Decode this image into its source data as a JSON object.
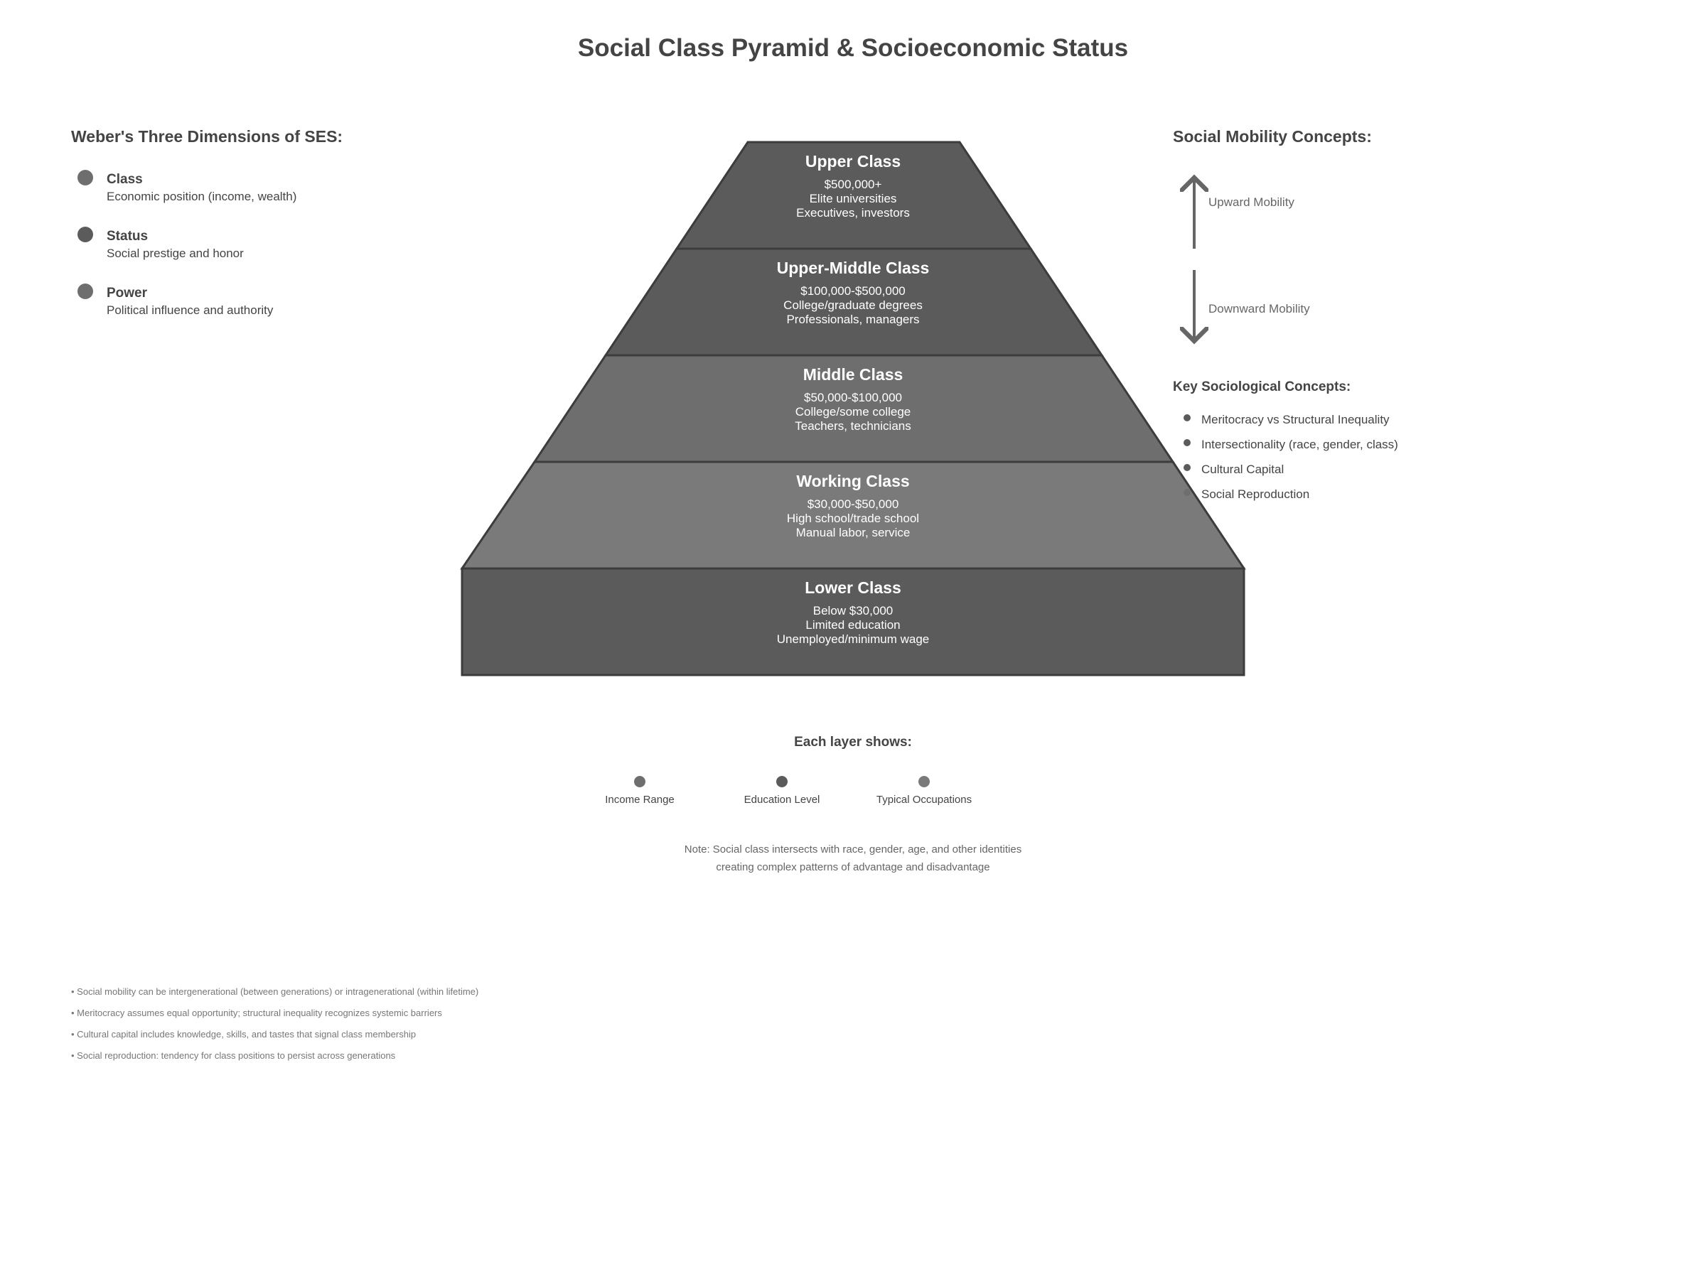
{
  "title": "Social Class Pyramid & Socioeconomic Status",
  "colors": {
    "text_dark": "#333333",
    "text_mid": "#555555",
    "text_light": "#666666",
    "layer_dark": "#5b5b5b",
    "layer_mid": "#6e6e6e",
    "layer_light": "#7a7a7a",
    "outline": "#3c3c3c",
    "white": "#ffffff"
  },
  "weber": {
    "heading": "Weber's Three Dimensions of SES:",
    "items": [
      {
        "title": "Class",
        "desc": "Economic position (income, wealth)"
      },
      {
        "title": "Status",
        "desc": "Social prestige and honor"
      },
      {
        "title": "Power",
        "desc": "Political influence and authority"
      }
    ]
  },
  "pyramid": {
    "layers": [
      {
        "name": "Upper Class",
        "income": "$500,000+",
        "education": "Elite universities",
        "occupations": "Executives, investors"
      },
      {
        "name": "Upper-Middle Class",
        "income": "$100,000-$500,000",
        "education": "College/graduate degrees",
        "occupations": "Professionals, managers"
      },
      {
        "name": "Middle Class",
        "income": "$50,000-$100,000",
        "education": "College/some college",
        "occupations": "Teachers, technicians"
      },
      {
        "name": "Working Class",
        "income": "$30,000-$50,000",
        "education": "High school/trade school",
        "occupations": "Manual labor, service"
      },
      {
        "name": "Lower Class",
        "income": "Below $30,000",
        "education": "Limited education",
        "occupations": "Unemployed/minimum wage"
      }
    ]
  },
  "mobility": {
    "heading": "Social Mobility Concepts:",
    "upward": "Upward Mobility",
    "downward": "Downward Mobility"
  },
  "concepts": {
    "heading": "Key Sociological Concepts:",
    "items": [
      "Meritocracy vs Structural Inequality",
      "Intersectionality (race, gender, class)",
      "Cultural Capital",
      "Social Reproduction"
    ]
  },
  "legend": {
    "heading": "Each layer shows:",
    "items": [
      "Income Range",
      "Education Level",
      "Typical Occupations"
    ]
  },
  "note": {
    "line1": "Note: Social class intersects with race, gender, age, and other identities",
    "line2": "creating complex patterns of advantage and disadvantage"
  },
  "footnotes": [
    "• Social mobility can be intergenerational (between generations) or intragenerational (within lifetime)",
    "• Meritocracy assumes equal opportunity; structural inequality recognizes systemic barriers",
    "• Cultural capital includes knowledge, skills, and tastes that signal class membership",
    "• Social reproduction: tendency for class positions to persist across generations"
  ]
}
